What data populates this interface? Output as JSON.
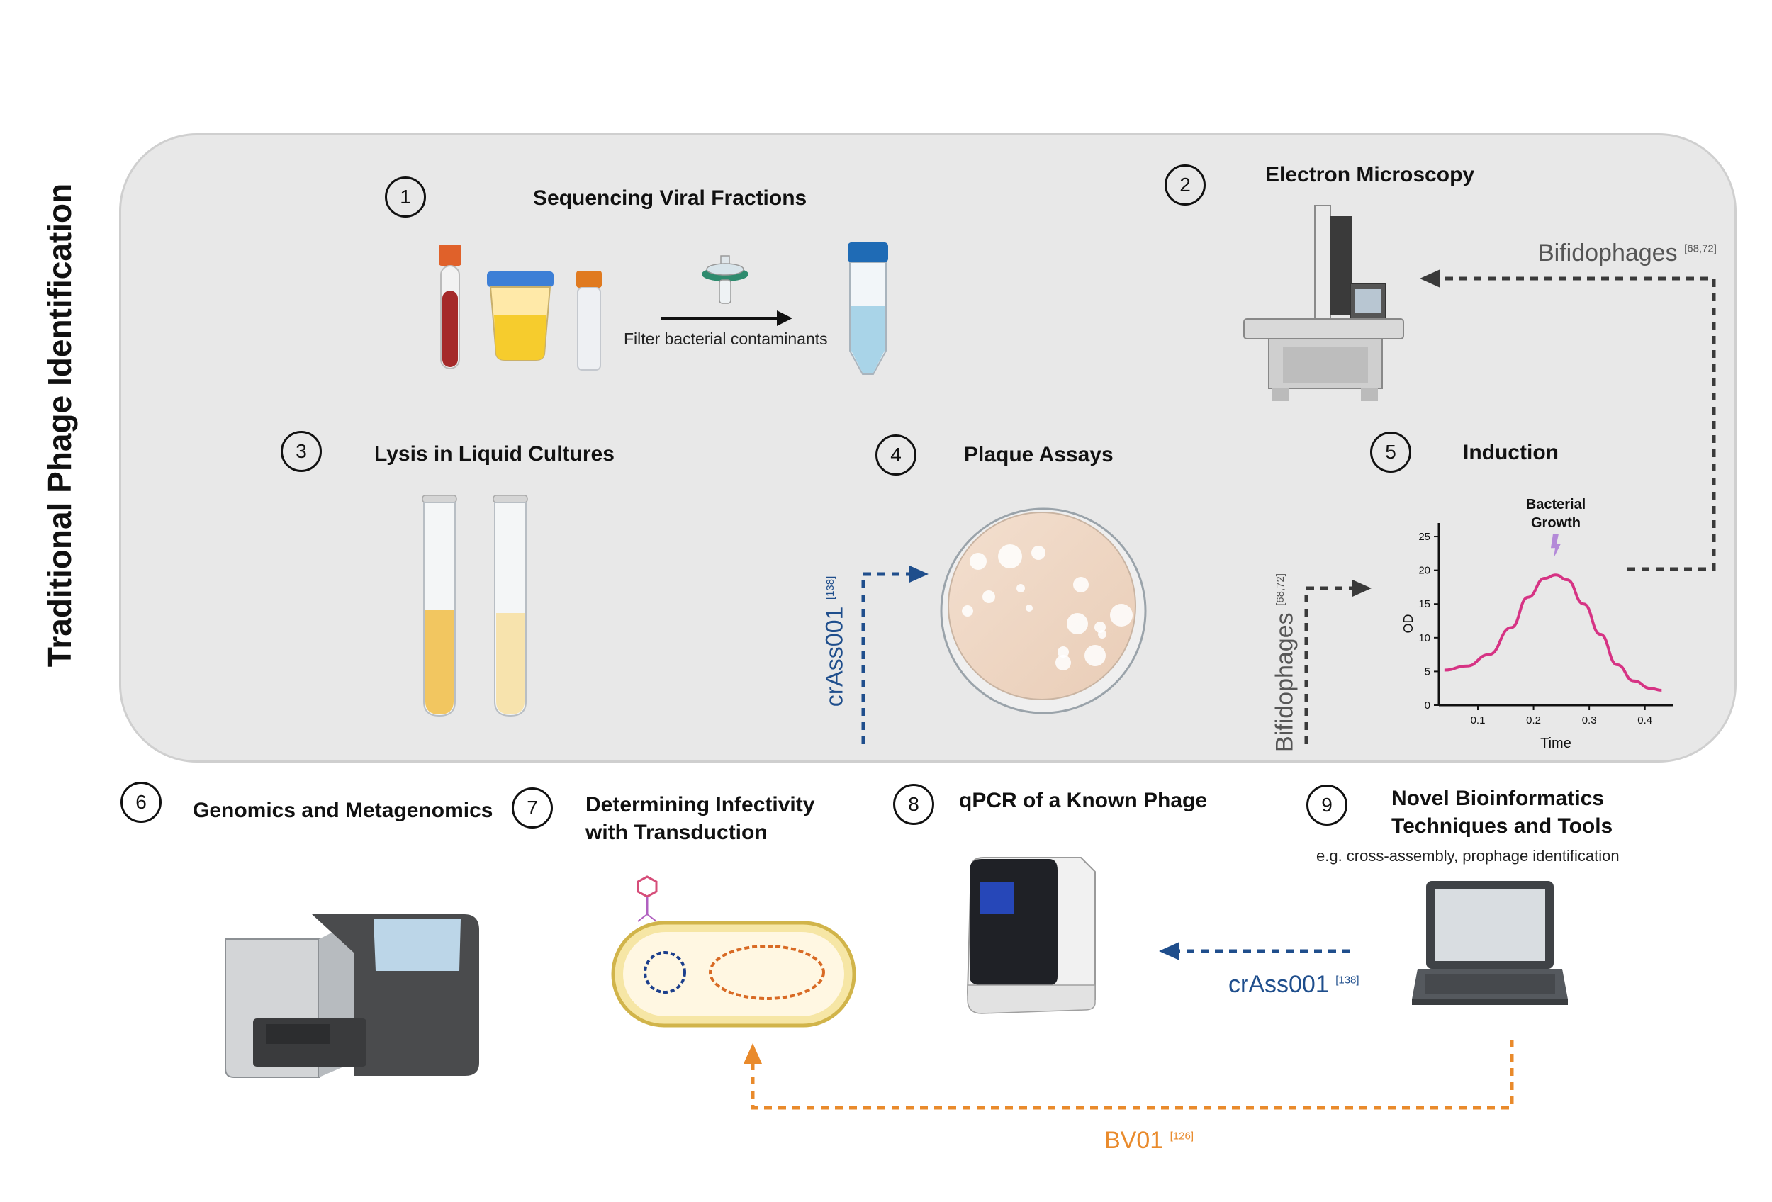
{
  "main_title": "Traditional Phage Identification",
  "steps": {
    "s1": {
      "num": "1",
      "title": "Sequencing Viral Fractions",
      "note": "Filter bacterial contaminants"
    },
    "s2": {
      "num": "2",
      "title": "Electron Microscopy"
    },
    "s3": {
      "num": "3",
      "title": "Lysis in Liquid Cultures"
    },
    "s4": {
      "num": "4",
      "title": "Plaque Assays"
    },
    "s5": {
      "num": "5",
      "title": "Induction"
    },
    "s6": {
      "num": "6",
      "title": "Genomics and Metagenomics"
    },
    "s7": {
      "num": "7",
      "title_line1": "Determining Infectivity",
      "title_line2": "with Transduction"
    },
    "s8": {
      "num": "8",
      "title": "qPCR of a Known Phage"
    },
    "s9": {
      "num": "9",
      "title_line1": "Novel  Bioinformatics",
      "title_line2": "Techniques and Tools",
      "subtitle": "e.g. cross-assembly, prophage identification"
    }
  },
  "annotations": {
    "bifido_top": {
      "text": "Bifidophages",
      "ref": "[68,72]"
    },
    "bifido_side": {
      "text": "Bifidophages",
      "ref": "[68,72]"
    },
    "crass_plaque": {
      "text": "crAss001",
      "ref": "[138]"
    },
    "crass_qpcr": {
      "text": "crAss001",
      "ref": "[138]"
    },
    "bv01": {
      "text": "BV01",
      "ref": "[126]"
    }
  },
  "chart_data": {
    "type": "line",
    "title": "Bacterial Growth",
    "title_line1": "Bacterial",
    "title_line2": "Growth",
    "xlabel": "Time",
    "ylabel": "OD",
    "xlim": [
      0.03,
      0.45
    ],
    "ylim": [
      0,
      27
    ],
    "x_ticks": [
      "0.1",
      "0.2",
      "0.3",
      "0.4"
    ],
    "y_ticks": [
      "0",
      "5",
      "10",
      "15",
      "20",
      "25"
    ],
    "series": [
      {
        "x": [
          0.04,
          0.08,
          0.12,
          0.16,
          0.19,
          0.22,
          0.24,
          0.26,
          0.29,
          0.32,
          0.35,
          0.38,
          0.41,
          0.43
        ],
        "values": [
          5.2,
          5.8,
          7.5,
          11.5,
          16.0,
          18.8,
          19.3,
          18.6,
          15.0,
          10.5,
          6.0,
          3.6,
          2.5,
          2.2
        ]
      }
    ],
    "colors": {
      "line": "#d63384",
      "marker": "#b48ad8"
    }
  },
  "colors": {
    "blue_arrow": "#1f4e8c",
    "gray_arrow": "#3a3a3a",
    "orange_arrow": "#e98a2b",
    "panel": "#e8e8e8"
  },
  "icons": [
    "sample-tubes-icon",
    "syringe-filter-icon",
    "conical-tube-icon",
    "electron-microscope-icon",
    "culture-tubes-icon",
    "petri-dish-icon",
    "sequencer-icon",
    "bacterium-icon",
    "phage-icon",
    "qpcr-machine-icon",
    "laptop-icon"
  ]
}
